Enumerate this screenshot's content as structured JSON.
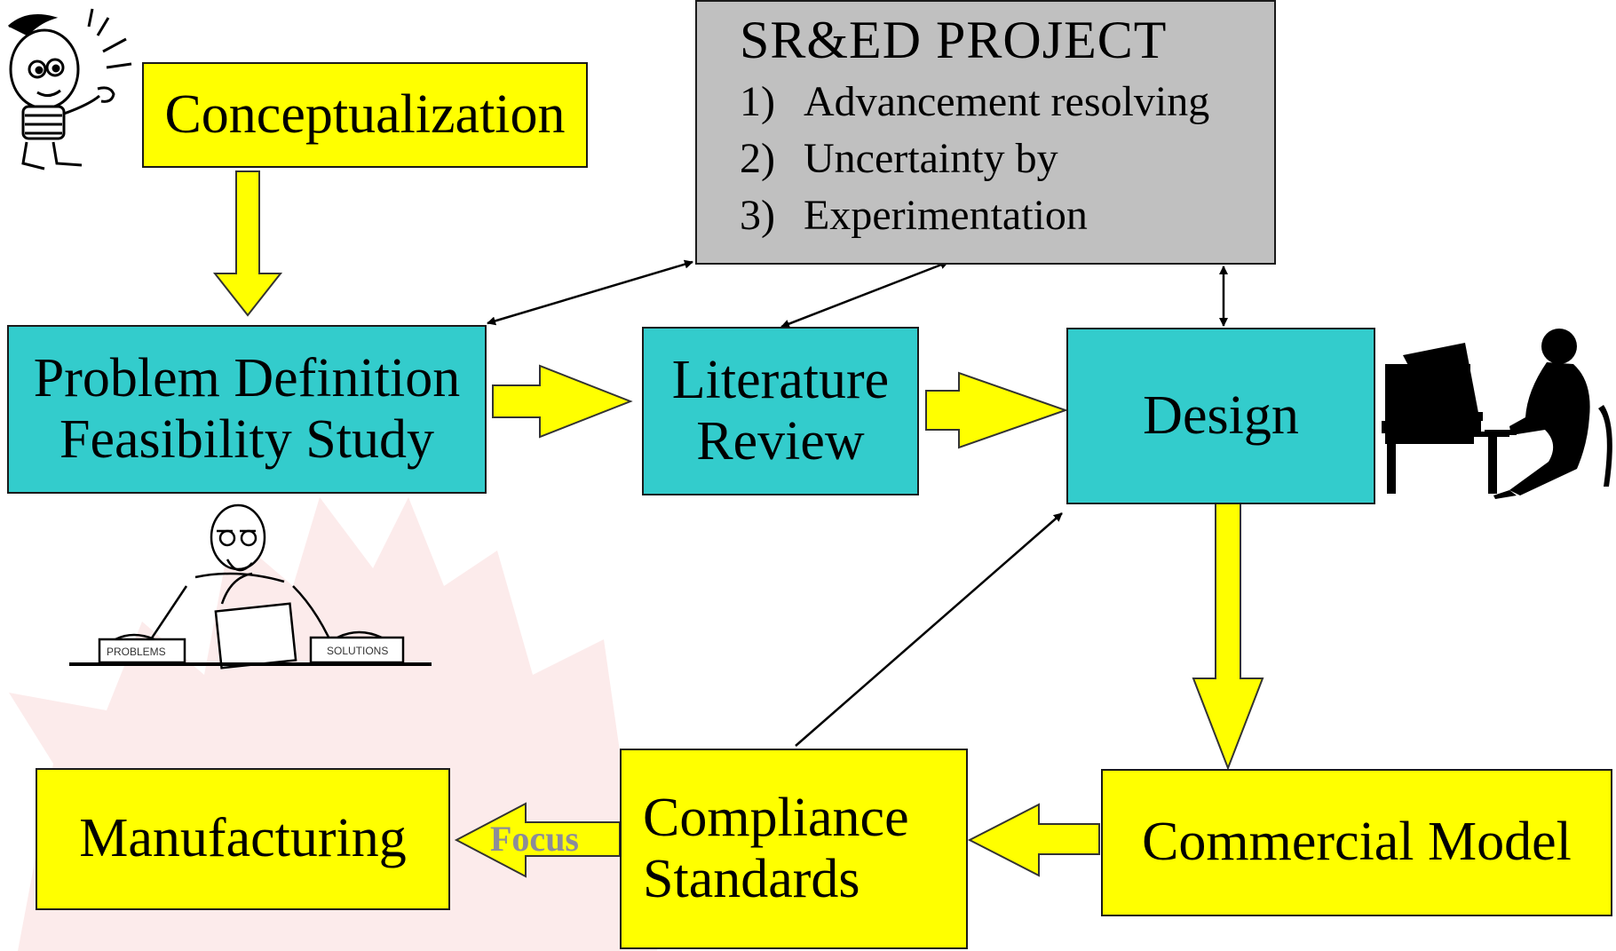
{
  "diagram": {
    "project_box": {
      "title": "SR&ED  PROJECT",
      "items": [
        {
          "num": "1)",
          "text": "Advancement resolving"
        },
        {
          "num": "2)",
          "text": "Uncertainty by"
        },
        {
          "num": "3)",
          "text": "Experimentation"
        }
      ]
    },
    "nodes": {
      "conceptualization": "Conceptualization",
      "problem_definition": [
        "Problem Definition",
        "Feasibility Study"
      ],
      "literature_review": [
        "Literature",
        "Review"
      ],
      "design": "Design",
      "commercial_model": "Commercial Model",
      "compliance": [
        "Compliance",
        "Standards"
      ],
      "manufacturing": "Manufacturing"
    },
    "arrow_labels": {
      "focus": "Focus"
    },
    "illustration_labels": {
      "problems": "PROBLEMS",
      "solutions": "SOLUTIONS"
    },
    "colors": {
      "yellow": "#ffff00",
      "teal": "#33cccc",
      "gray": "#c0c0c0",
      "focus_text": "#8c8c9a"
    }
  }
}
